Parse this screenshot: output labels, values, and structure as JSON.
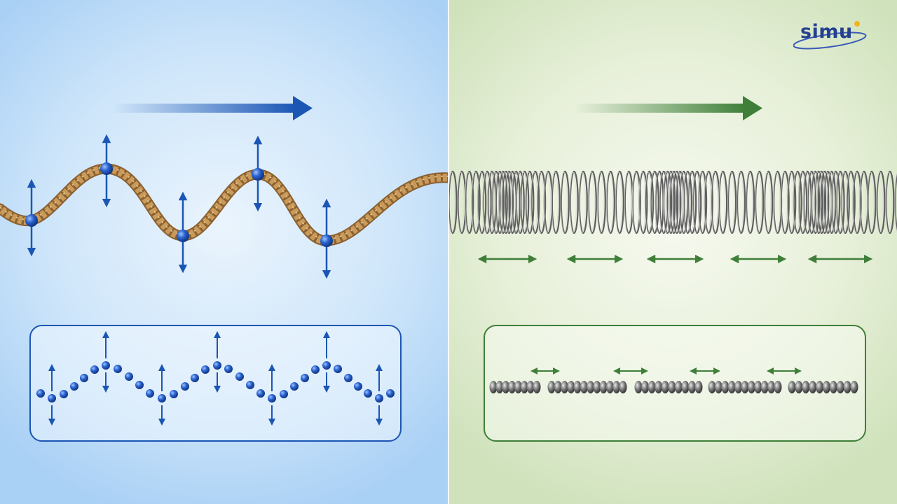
{
  "logo": {
    "text": "simu"
  },
  "panels": {
    "left": {
      "wave": "transverse",
      "color": "#1b56b5",
      "rope_color": "#b8894a"
    },
    "right": {
      "wave": "longitudinal",
      "color": "#3f7f39",
      "coil_color": "#6d6d6d"
    }
  },
  "icons": {
    "left_direction": "arrow-right-icon",
    "right_direction": "arrow-right-icon",
    "particle_motion_vertical": "double-arrow-vertical-icon",
    "particle_motion_horizontal": "double-arrow-horizontal-icon"
  }
}
